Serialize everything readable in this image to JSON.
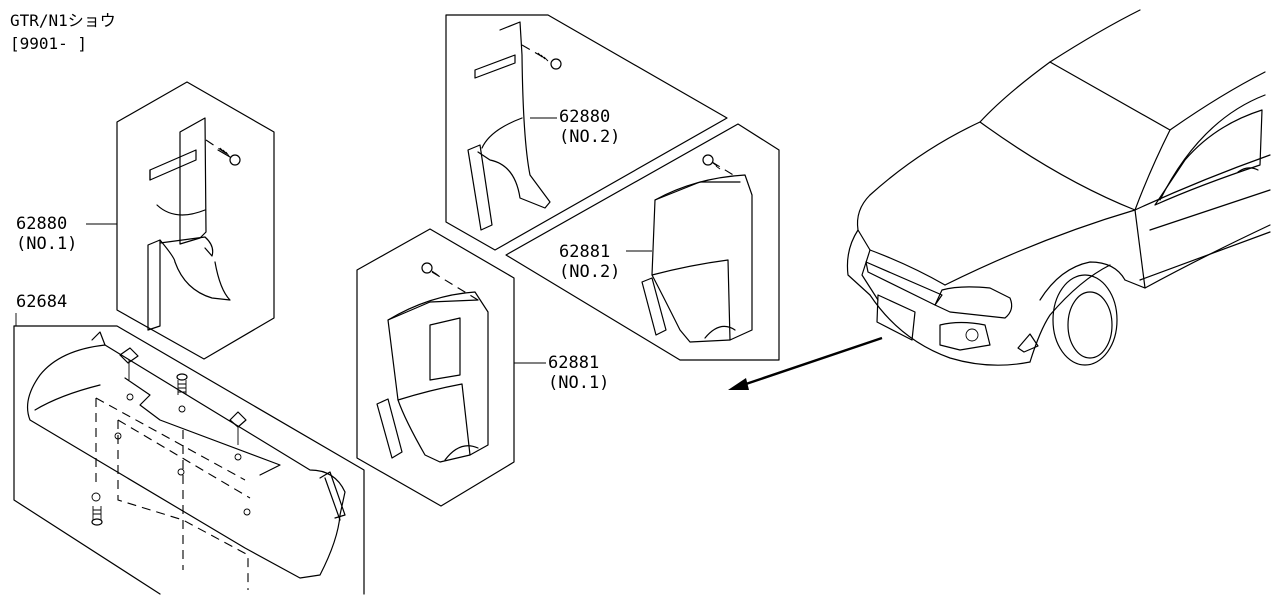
{
  "header": {
    "line1": "GTR/N1ショウ",
    "line2": "[9901-         ]"
  },
  "callouts": {
    "c62880_no1": {
      "part": "62880",
      "variant": "(NO.1)"
    },
    "c62880_no2": {
      "part": "62880",
      "variant": "(NO.2)"
    },
    "c62881_no2": {
      "part": "62881",
      "variant": "(NO.2)"
    },
    "c62881_no1": {
      "part": "62881",
      "variant": "(NO.1)"
    },
    "c62684": {
      "part": "62684"
    }
  }
}
